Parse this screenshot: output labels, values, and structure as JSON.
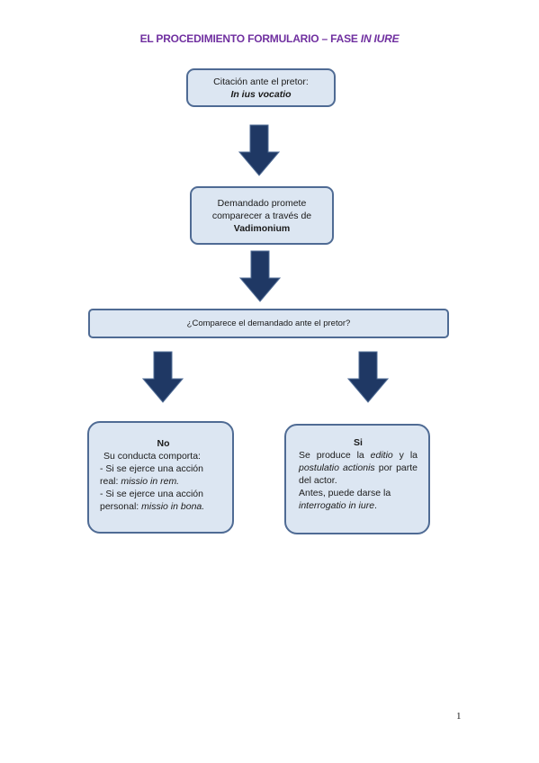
{
  "title": {
    "main": "EL PROCEDIMIENTO FORMULARIO – FASE ",
    "italic": "IN IURE"
  },
  "box1": {
    "line1": "Citación ante el pretor:",
    "line2": "In ius vocatio"
  },
  "box2": {
    "line1": "Demandado promete",
    "line2": "comparecer a través de",
    "line3": "Vadimonium"
  },
  "box3": {
    "text": "¿Comparece el demandado ante el pretor?"
  },
  "box_no": {
    "heading": "No",
    "line1": "Su conducta comporta:",
    "line2": "- Si se ejerce una acción",
    "line3_a": "real: ",
    "line3_b": "missio in rem.",
    "line4": "- Si se ejerce una acción",
    "line5_a": "personal: ",
    "line5_b": "missio in bona."
  },
  "box_si": {
    "heading": "Si",
    "p1_a": "Se produce la ",
    "p1_b": "editio",
    "p1_c": " y la ",
    "p1_d": "postulatio actionis",
    "p1_e": " por parte del actor.",
    "p2_a": "Antes, puede darse la ",
    "p2_b": "interrogatio in iure",
    "p2_c": "."
  },
  "page_number": "1",
  "colors": {
    "title": "#7030a0",
    "box_fill": "#dce6f2",
    "box_border": "#4f6b94",
    "arrow_fill": "#1f3864"
  }
}
